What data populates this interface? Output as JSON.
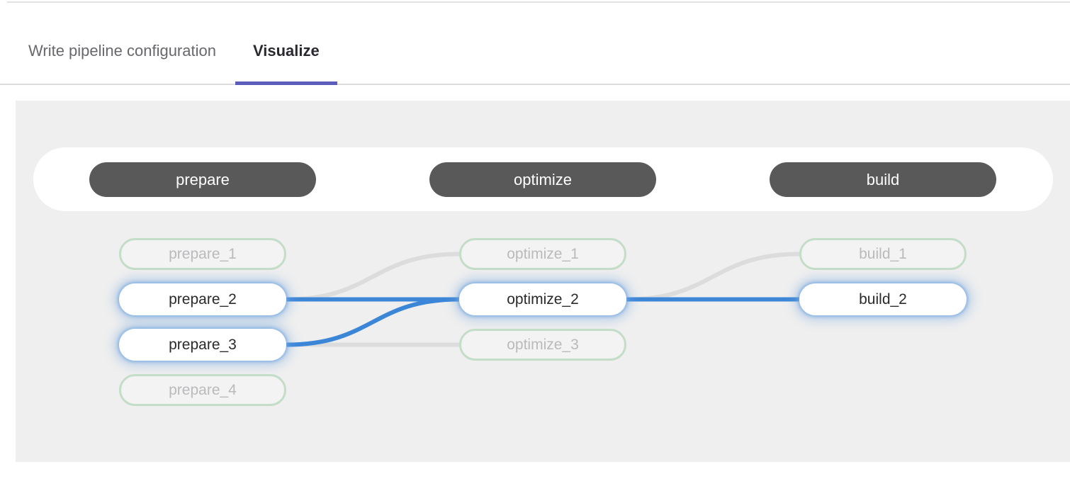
{
  "tabs": [
    {
      "label": "Write pipeline configuration",
      "active": false
    },
    {
      "label": "Visualize",
      "active": true
    }
  ],
  "pipeline": {
    "stages": [
      {
        "name": "prepare",
        "jobs": [
          {
            "name": "prepare_1",
            "state": "dimmed"
          },
          {
            "name": "prepare_2",
            "state": "highlighted"
          },
          {
            "name": "prepare_3",
            "state": "highlighted"
          },
          {
            "name": "prepare_4",
            "state": "dimmed"
          }
        ]
      },
      {
        "name": "optimize",
        "jobs": [
          {
            "name": "optimize_1",
            "state": "dimmed"
          },
          {
            "name": "optimize_2",
            "state": "highlighted"
          },
          {
            "name": "optimize_3",
            "state": "dimmed"
          }
        ]
      },
      {
        "name": "build",
        "jobs": [
          {
            "name": "build_1",
            "state": "dimmed"
          },
          {
            "name": "build_2",
            "state": "highlighted"
          }
        ]
      }
    ],
    "links": [
      {
        "from": "prepare_2",
        "to": "optimize_1",
        "highlighted": false
      },
      {
        "from": "prepare_2",
        "to": "optimize_2",
        "highlighted": true
      },
      {
        "from": "prepare_3",
        "to": "optimize_2",
        "highlighted": true
      },
      {
        "from": "prepare_3",
        "to": "optimize_3",
        "highlighted": false
      },
      {
        "from": "optimize_2",
        "to": "build_1",
        "highlighted": false
      },
      {
        "from": "optimize_2",
        "to": "build_2",
        "highlighted": true
      }
    ]
  },
  "colors": {
    "tab_active_text": "#2a292f",
    "tab_inactive_text": "#68686c",
    "tab_underline": "#5c5cbb",
    "tab_border": "#dcdcdc",
    "canvas_bg": "#efefef",
    "stage_pill_bg": "#595959",
    "stage_pill_text": "#ffffff",
    "dimmed_border": "#c4ddc9",
    "dimmed_text": "#bababd",
    "highlight_text": "#2a2a2a",
    "link_highlight": "#3c86d8",
    "link_default": "#dcdcdc",
    "glow": "#77a9e1"
  }
}
